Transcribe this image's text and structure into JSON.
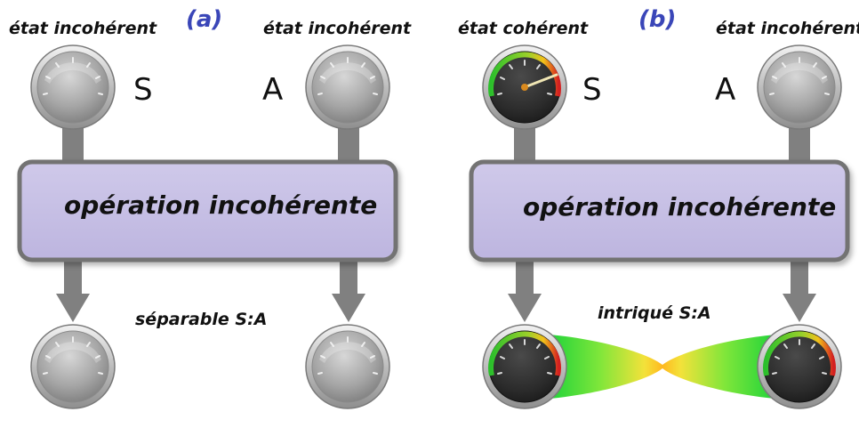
{
  "panel_a": {
    "tag": "(a)",
    "label_top_left": "état incohérent",
    "label_top_right": "état incohérent",
    "letter_left": "S",
    "letter_right": "A",
    "operation": "opération incohérente",
    "bottom_label": "séparable S:A"
  },
  "panel_b": {
    "tag": "(b)",
    "label_top_left": "état cohérent",
    "label_top_right": "état incohérent",
    "letter_left": "S",
    "letter_right": "A",
    "operation": "opération incohérente",
    "bottom_label": "intriqué S:A"
  },
  "colors": {
    "panel_tag": "#3a46b8",
    "operation_box": "#c6bfe3",
    "operation_border": "#737373",
    "arrow": "#808080",
    "dial_off": "#9a9a9a",
    "dial_on_face": "#2b2b2b",
    "arc_green": "#2bbf2b",
    "arc_red": "#d32020",
    "needle": "#f0e6b4"
  },
  "icons": {
    "dial_inactive": "gauge-inactive-icon",
    "dial_active": "gauge-active-icon"
  }
}
